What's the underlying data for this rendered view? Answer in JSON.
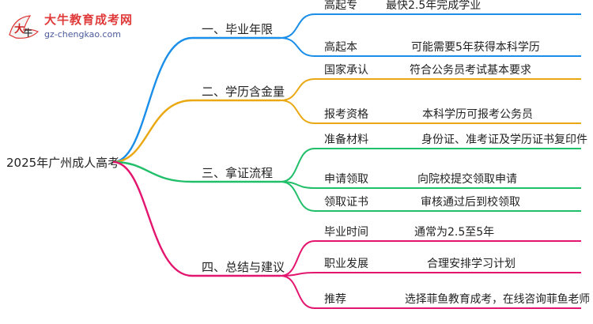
{
  "logo": {
    "title": "大牛教育成考网",
    "url": "gz-chengkao.com",
    "seal_text": "大牛"
  },
  "root": "2025年广州成人高考",
  "branches": [
    {
      "label": "一、毕业年限",
      "color": "#1a8ee8",
      "leaves": [
        {
          "key": "高起专",
          "value": "最快2.5年完成学业"
        },
        {
          "key": "高起本",
          "value": "可能需要5年获得本科学历"
        }
      ]
    },
    {
      "label": "二、学历含金量",
      "color": "#eaa812",
      "leaves": [
        {
          "key": "国家承认",
          "value": "符合公务员考试基本要求"
        },
        {
          "key": "报考资格",
          "value": "本科学历可报考公务员"
        }
      ]
    },
    {
      "label": "三、拿证流程",
      "color": "#21bf6a",
      "leaves": [
        {
          "key": "准备材料",
          "value": "身份证、准考证及学历证书复印件"
        },
        {
          "key": "申请领取",
          "value": "向院校提交领取申请"
        },
        {
          "key": "领取证书",
          "value": "审核通过后到校领取"
        }
      ]
    },
    {
      "label": "四、总结与建议",
      "color": "#e3156f",
      "leaves": [
        {
          "key": "毕业时间",
          "value": "通常为2.5至5年"
        },
        {
          "key": "职业发展",
          "value": "合理安排学习计划"
        },
        {
          "key": "推荐",
          "value": "选择菲鱼教育成考，在线咨询菲鱼老师"
        }
      ]
    }
  ]
}
